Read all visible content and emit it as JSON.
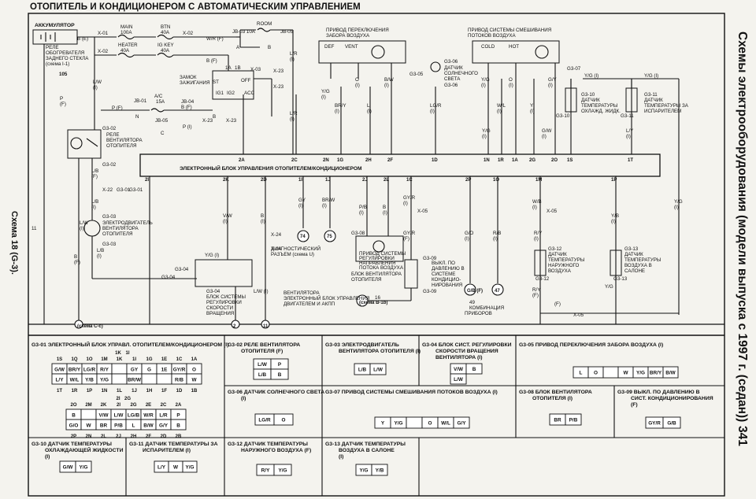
{
  "title": "ОТОПИТЕЛЬ И КОНДИЦИОНЕРОМ С АВТОМАТИЧЕСКИМ УПРАВЛЕНИЕМ",
  "side_title": "Схемы электрооборудования (модели выпуска с 1997 г. (седан))",
  "page_number": "341",
  "scheme_label": "Схема 18 (G-3).",
  "texts": [
    {
      "t": "АККУМУЛЯТОР"
    },
    {
      "t": "РЕЛЕ"
    },
    {
      "t": "ОБОГРЕВАТЕЛЯ"
    },
    {
      "t": "ЗАДНЕГО СТЕКЛА"
    },
    {
      "t": "(схема I-1)"
    },
    {
      "t": "105"
    },
    {
      "t": "L/W"
    },
    {
      "t": "(I)"
    },
    {
      "t": "P"
    },
    {
      "t": "(F)"
    },
    {
      "t": "B (E)"
    },
    {
      "t": "X-01"
    },
    {
      "t": "MAIN"
    },
    {
      "t": "100A"
    },
    {
      "t": "BTN"
    },
    {
      "t": "40A"
    },
    {
      "t": "X-02"
    },
    {
      "t": "W/R (F)"
    },
    {
      "t": "X-02"
    },
    {
      "t": "HEATER"
    },
    {
      "t": "40A"
    },
    {
      "t": "IG KEY"
    },
    {
      "t": "40A"
    },
    {
      "t": "B (F)"
    },
    {
      "t": "ROOM"
    },
    {
      "t": "JB-03 10A"
    },
    {
      "t": "JB-05"
    },
    {
      "t": "A"
    },
    {
      "t": "B"
    },
    {
      "t": "L/R"
    },
    {
      "t": "(I)"
    },
    {
      "t": "X-03"
    },
    {
      "t": "1A"
    },
    {
      "t": "1B"
    },
    {
      "t": "ST"
    },
    {
      "t": "OFF"
    },
    {
      "t": "IG1"
    },
    {
      "t": "IG2"
    },
    {
      "t": "ACC"
    },
    {
      "t": "ЗАМОК"
    },
    {
      "t": "ЗАЖИГАНИЯ"
    },
    {
      "t": "X-23"
    },
    {
      "t": "X-23"
    },
    {
      "t": "L/R"
    },
    {
      "t": "(I)"
    },
    {
      "t": "A/C"
    },
    {
      "t": "15A"
    },
    {
      "t": "JB-01"
    },
    {
      "t": "P (F)"
    },
    {
      "t": "N"
    },
    {
      "t": "JB-04"
    },
    {
      "t": "B (F)"
    },
    {
      "t": "B"
    },
    {
      "t": "JB-05"
    },
    {
      "t": "C"
    },
    {
      "t": "P (I)"
    },
    {
      "t": "X-23"
    },
    {
      "t": "X-23"
    },
    {
      "t": "G3-02"
    },
    {
      "t": "РЕЛЕ"
    },
    {
      "t": "ВЕНТИЛЯТОРА"
    },
    {
      "t": "ОТОПИТЕЛЯ"
    },
    {
      "t": "G3-02"
    },
    {
      "t": "G3-01"
    },
    {
      "t": "ЭЛЕКТРОННЫЙ БЛОК УПРАВЛЕНИЯ ОТОПИТЕЛЕМ/КОНДИЦИОНЕРОМ"
    },
    {
      "t": "G3-01"
    },
    {
      "t": "L/B"
    },
    {
      "t": "(F)"
    },
    {
      "t": "X-22"
    },
    {
      "t": "L/B"
    },
    {
      "t": "(I)"
    },
    {
      "t": "G3-03"
    },
    {
      "t": "ЭЛЕКТРОДВИГАТЕЛЬ"
    },
    {
      "t": "ВЕНТИЛЯТОРА"
    },
    {
      "t": "ОТОПИТЕЛЯ"
    },
    {
      "t": "G3-03"
    },
    {
      "t": "L/W"
    },
    {
      "t": "(I)"
    },
    {
      "t": "L/B"
    },
    {
      "t": "(I)"
    },
    {
      "t": "B"
    },
    {
      "t": "(F)"
    },
    {
      "t": "ПРИВОД ПЕРЕКЛЮЧЕНИЯ"
    },
    {
      "t": "ЗАБОРА ВОЗДУХА"
    },
    {
      "t": "DEF"
    },
    {
      "t": "VENT"
    },
    {
      "t": "ПРИВОД СИСТЕМЫ СМЕШИВАНИЯ"
    },
    {
      "t": "ПОТОКОВ ВОЗДУХА"
    },
    {
      "t": "COLD"
    },
    {
      "t": "HOT"
    },
    {
      "t": "G3-05"
    },
    {
      "t": "G3-06"
    },
    {
      "t": "ДАТЧИК"
    },
    {
      "t": "СОЛНЕЧНОГО"
    },
    {
      "t": "СВЕТА"
    },
    {
      "t": "G3-06"
    },
    {
      "t": "G3-07"
    },
    {
      "t": "Y/G"
    },
    {
      "t": "(I)"
    },
    {
      "t": "O"
    },
    {
      "t": "(I)"
    },
    {
      "t": "B/W"
    },
    {
      "t": "(I)"
    },
    {
      "t": "BR/Y"
    },
    {
      "t": "(I)"
    },
    {
      "t": "L"
    },
    {
      "t": "(I)"
    },
    {
      "t": "LG/R"
    },
    {
      "t": "(I)"
    },
    {
      "t": "Y/G"
    },
    {
      "t": "(I)"
    },
    {
      "t": "O"
    },
    {
      "t": "(I)"
    },
    {
      "t": "G/Y"
    },
    {
      "t": "(I)"
    },
    {
      "t": "W/L"
    },
    {
      "t": "(I)"
    },
    {
      "t": "Y"
    },
    {
      "t": "(I)"
    },
    {
      "t": "Y/G (I)"
    },
    {
      "t": "Y/G (I)"
    },
    {
      "t": "G3-10"
    },
    {
      "t": "ДАТЧИК"
    },
    {
      "t": "ТЕМПЕРАТУРЫ"
    },
    {
      "t": "ОХЛАЖД. ЖИДК."
    },
    {
      "t": "G3-10"
    },
    {
      "t": "G3-11"
    },
    {
      "t": "ДАТЧИК"
    },
    {
      "t": "ТЕМПЕРАТУРЫ ЗА"
    },
    {
      "t": "ИСПАРИТЕЛЕМ"
    },
    {
      "t": "G3-11"
    },
    {
      "t": "Y/G"
    },
    {
      "t": "(I)"
    },
    {
      "t": "G/W"
    },
    {
      "t": "(I)"
    },
    {
      "t": "L/Y"
    },
    {
      "t": "(I)"
    },
    {
      "t": "2A"
    },
    {
      "t": "2C"
    },
    {
      "t": "2N"
    },
    {
      "t": "1G"
    },
    {
      "t": "2H"
    },
    {
      "t": "2F"
    },
    {
      "t": "1D"
    },
    {
      "t": "1N"
    },
    {
      "t": "1R"
    },
    {
      "t": "1A"
    },
    {
      "t": "2G"
    },
    {
      "t": "2O"
    },
    {
      "t": "1S"
    },
    {
      "t": "1T"
    },
    {
      "t": "2I"
    },
    {
      "t": "2K"
    },
    {
      "t": "2D"
    },
    {
      "t": "1I"
    },
    {
      "t": "1J"
    },
    {
      "t": "2J"
    },
    {
      "t": "2L"
    },
    {
      "t": "1C"
    },
    {
      "t": "2P"
    },
    {
      "t": "1O"
    },
    {
      "t": "1M"
    },
    {
      "t": "1P"
    },
    {
      "t": "V/W"
    },
    {
      "t": "(I)"
    },
    {
      "t": "B"
    },
    {
      "t": "(I)"
    },
    {
      "t": "GY"
    },
    {
      "t": "(I)"
    },
    {
      "t": "BR/W"
    },
    {
      "t": "(I)"
    },
    {
      "t": "P/B"
    },
    {
      "t": "(I)"
    },
    {
      "t": "B"
    },
    {
      "t": "(I)"
    },
    {
      "t": "GY/R"
    },
    {
      "t": "(I)"
    },
    {
      "t": "X-05"
    },
    {
      "t": "GY/R"
    },
    {
      "t": "(F)"
    },
    {
      "t": "G/O"
    },
    {
      "t": "(I)"
    },
    {
      "t": "R/B"
    },
    {
      "t": "(I)"
    },
    {
      "t": "W/B"
    },
    {
      "t": "(I)"
    },
    {
      "t": "X-05"
    },
    {
      "t": "Y/B"
    },
    {
      "t": "(I)"
    },
    {
      "t": "Y/G"
    },
    {
      "t": "(I)"
    },
    {
      "t": "74"
    },
    {
      "t": "75"
    },
    {
      "t": "ДИАГНОСТИЧЕСКИЙ"
    },
    {
      "t": "РАЗЪЕМ (схема U)"
    },
    {
      "t": "X-24"
    },
    {
      "t": "X-24"
    },
    {
      "t": "G3-08"
    },
    {
      "t": "ПРИВОД СИСТЕМЫ"
    },
    {
      "t": "РЕГУЛИРОВКИ"
    },
    {
      "t": "НАПРАВЛЕНИЯ"
    },
    {
      "t": "ПОТОКА ВОЗДУХА"
    },
    {
      "t": "БЛОК ВЕНТИЛЯТОРА"
    },
    {
      "t": "ОТОПИТЕЛЯ"
    },
    {
      "t": "G3-09"
    },
    {
      "t": "ВЫКЛ. ПО"
    },
    {
      "t": "ДАВЛЕНИЮ В"
    },
    {
      "t": "СИСТЕМЕ"
    },
    {
      "t": "КОНДИЦИО-"
    },
    {
      "t": "НИРОВАНИЯ"
    },
    {
      "t": "G3-09"
    },
    {
      "t": "R/Y"
    },
    {
      "t": "(I)"
    },
    {
      "t": "G3-12"
    },
    {
      "t": "ДАТЧИК"
    },
    {
      "t": "ТЕМПЕРАТУРЫ"
    },
    {
      "t": "НАРУЖНОГО"
    },
    {
      "t": "ВОЗДУХА"
    },
    {
      "t": "G3-12"
    },
    {
      "t": "G3-13"
    },
    {
      "t": "ДАТЧИК"
    },
    {
      "t": "ТЕМПЕРАТУРЫ"
    },
    {
      "t": "ВОЗДУХА В"
    },
    {
      "t": "САЛОНЕ"
    },
    {
      "t": "G3-13"
    },
    {
      "t": "R/Y"
    },
    {
      "t": "(F)"
    },
    {
      "t": "Y/G"
    },
    {
      "t": "(F)"
    },
    {
      "t": "X-05"
    },
    {
      "t": "Y/G (I)"
    },
    {
      "t": "G3-04"
    },
    {
      "t": "G3-04"
    },
    {
      "t": "L/W (I)"
    },
    {
      "t": "G3-04"
    },
    {
      "t": "БЛОК СИСТЕМЫ"
    },
    {
      "t": "РЕГУЛИРОВКИ"
    },
    {
      "t": "СКОРОСТИ"
    },
    {
      "t": "ВРАЩЕНИЯ"
    },
    {
      "t": "ВЕНТИЛЯТОРА"
    },
    {
      "t": "ЭЛЕКТРОННЫЙ БЛОК УПРАВЛЕНИЯ"
    },
    {
      "t": "ДВИГАТЕЛЕМ И АКПП"
    },
    {
      "t": "(схема B-1b)"
    },
    {
      "t": "16"
    },
    {
      "t": "G/B (F)"
    },
    {
      "t": "47"
    },
    {
      "t": "49"
    },
    {
      "t": "КОМБИНАЦИЯ"
    },
    {
      "t": "ПРИБОРОВ"
    },
    {
      "t": "(схема C-c)"
    },
    {
      "t": "2"
    },
    {
      "t": "11"
    },
    {
      "t": "11"
    }
  ],
  "panel_titles": [
    {
      "t": "G3-01  ЭЛЕКТРОННЫЙ БЛОК УПРАВЛ. ОТОПИТЕЛЕМ/КОНДИЦИОНЕРОМ (I)"
    },
    {
      "t": "G3-02  РЕЛЕ ВЕНТИЛЯТОРА"
    },
    {
      "t": "ОТОПИТЕЛЯ (F)"
    },
    {
      "t": "G3-03  ЭЛЕКТРОДВИГАТЕЛЬ"
    },
    {
      "t": "ВЕНТИЛЯТОРА ОТОПИТЕЛЯ (I)"
    },
    {
      "t": "G3-04  БЛОК СИСТ. РЕГУЛИРОВКИ"
    },
    {
      "t": "СКОРОСТИ ВРАЩЕНИЯ"
    },
    {
      "t": "ВЕНТИЛЯТОРА (I)"
    },
    {
      "t": "G3-05  ПРИВОД ПЕРЕКЛЮЧЕНИЯ ЗАБОРА ВОЗДУХА (I)"
    },
    {
      "t": "G3-06  ДАТЧИК СОЛНЕЧНОГО СВЕТА"
    },
    {
      "t": "(I)"
    },
    {
      "t": "G3-07  ПРИВОД СИСТЕМЫ СМЕШИВАНИЯ ПОТОКОВ ВОЗДУХА (I)"
    },
    {
      "t": "G3-08  БЛОК ВЕНТИЛЯТОРА"
    },
    {
      "t": "ОТОПИТЕЛЯ (I)"
    },
    {
      "t": "G3-09  ВЫКЛ. ПО ДАВЛЕНИЮ В"
    },
    {
      "t": "СИСТ. КОНДИЦИОНИРОВАНИЯ"
    },
    {
      "t": "(F)"
    },
    {
      "t": "G3-10  ДАТЧИК ТЕМПЕРАТУРЫ"
    },
    {
      "t": "ОХЛАЖДАЮЩЕЙ ЖИДКОСТИ"
    },
    {
      "t": "(I)"
    },
    {
      "t": "G3-11  ДАТЧИК ТЕМПЕРАТУРЫ ЗА"
    },
    {
      "t": "ИСПАРИТЕЛЕМ (I)"
    },
    {
      "t": "G3-12  ДАТЧИК ТЕМПЕРАТУРЫ"
    },
    {
      "t": "НАРУЖНОГО ВОЗДУХА (F)"
    },
    {
      "t": "G3-13  ДАТЧИК ТЕМПЕРАТУРЫ"
    },
    {
      "t": "ВОЗДУХА В САЛОНЕ"
    },
    {
      "t": "(I)"
    }
  ],
  "conn1": {
    "pins_top": [
      "1S",
      "1Q",
      "1O",
      "1M",
      "1K",
      "1I",
      "1G",
      "1E",
      "1C",
      "1A"
    ],
    "row_a": [
      "G/W",
      "BR/Y",
      "LG/R",
      "R/Y",
      "",
      "GY",
      "G",
      "1E",
      "GY/R",
      "O"
    ],
    "row_b": [
      "L/Y",
      "W/L",
      "Y/B",
      "Y/G",
      "",
      "BR/W",
      "",
      "",
      "R/B",
      "W"
    ],
    "pins_bot": [
      "1T",
      "1R",
      "1P",
      "1N",
      "1L",
      "1J",
      "1H",
      "1F",
      "1D",
      "1B"
    ],
    "top_extra": [
      "1K",
      "1I"
    ],
    "pins2_top": [
      "2O",
      "2M",
      "2K",
      "2I",
      "2G",
      "2E",
      "2C",
      "2A"
    ],
    "row2_a": [
      "B",
      "",
      "V/W",
      "L/W",
      "LG/B",
      "W/R",
      "L/R",
      "P"
    ],
    "row2_b": [
      "G/O",
      "W",
      "BR",
      "P/B",
      "L",
      "B/W",
      "G/Y",
      "B"
    ],
    "pins2_bot": [
      "2P",
      "2N",
      "2L",
      "2J",
      "2H",
      "2F",
      "2D",
      "2B"
    ],
    "top2_extra": [
      "2I",
      "2G"
    ]
  },
  "conn_cells": {
    "c02": [
      "L/W",
      "P",
      "L/B",
      "B"
    ],
    "c03": [
      "L/B",
      "L/W"
    ],
    "c04": [
      "V/W",
      "B",
      "L/W"
    ],
    "c05": [
      "L",
      "O",
      "",
      "W",
      "Y/G",
      "BR/Y",
      "B/W"
    ],
    "c06": [
      "LG/R",
      "O"
    ],
    "c07": [
      "Y",
      "Y/G",
      "",
      "O",
      "W/L",
      "G/Y"
    ],
    "c08": [
      "BR",
      "P/B"
    ],
    "c09": [
      "GY/R",
      "G/B"
    ],
    "c10": [
      "G/W",
      "Y/G"
    ],
    "c11": [
      "L/Y",
      "W",
      "Y/G"
    ],
    "c12": [
      "R/Y",
      "Y/G"
    ],
    "c13": [
      "Y/G",
      "Y/B"
    ]
  }
}
